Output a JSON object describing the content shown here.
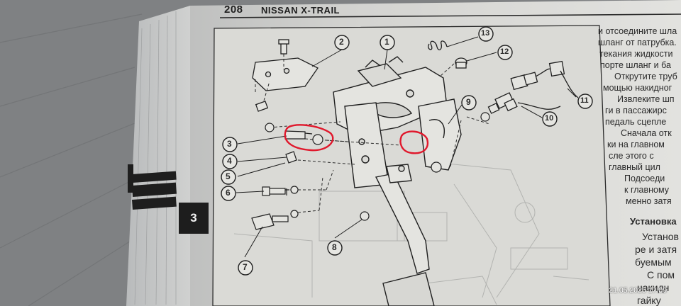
{
  "page": {
    "number": "208",
    "title": "NISSAN X-TRAIL",
    "section_tab": "3",
    "timestamp": "21.05.2025 17:09"
  },
  "callouts": [
    "1",
    "2",
    "3",
    "4",
    "5",
    "6",
    "7",
    "8",
    "9",
    "10",
    "11",
    "12",
    "13"
  ],
  "right_column": [
    "и отсоедините шла",
    "шланг от патрубка.",
    "текания жидкости",
    "порте шланг и ба",
    "Открутите труб",
    "мощью накидног",
    "Извлеките шп",
    "ги в пассажирс",
    "педаль сцепле",
    "Сначала отк",
    "ки на главном",
    "сле этого с",
    "главный цил",
    "Подсоеди",
    "к главному",
    "менно затя",
    "Установка",
    "Установ",
    "ре и затя",
    "буемым",
    "С пом",
    "накидн",
    "гайку"
  ],
  "colors": {
    "page": "#d9d9d5",
    "ink": "#2b2b2b",
    "marker": "#e0182c"
  }
}
